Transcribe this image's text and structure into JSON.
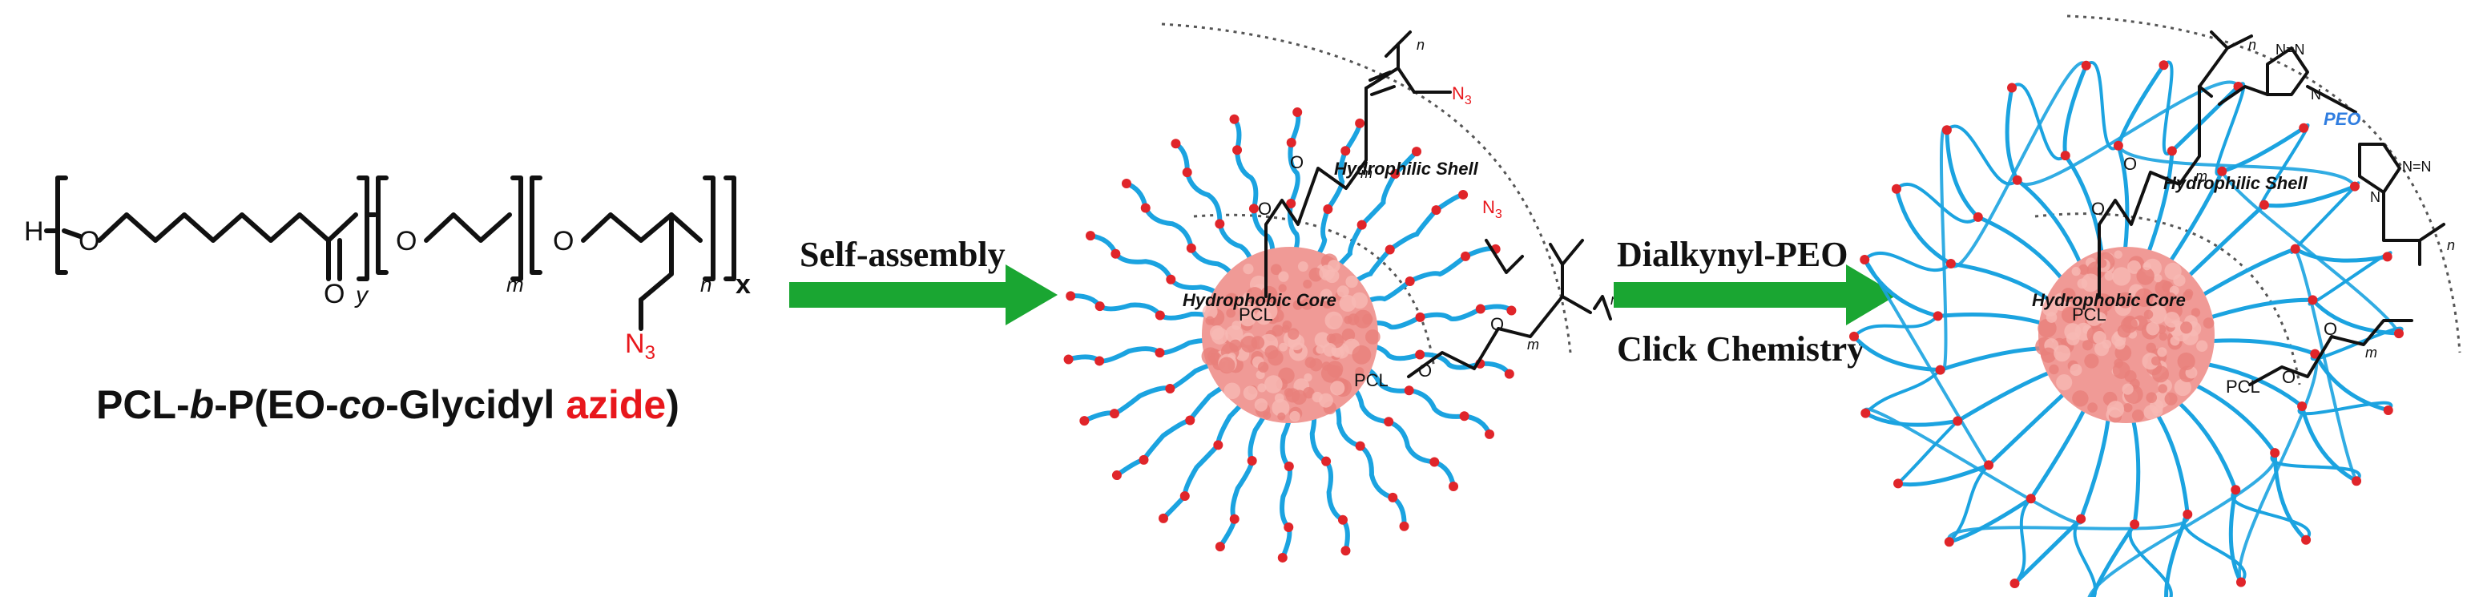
{
  "polymer": {
    "end_group": "H",
    "oxygen": "O",
    "carbonyl_oxygen": "O",
    "sub_y": "y",
    "sub_m": "m",
    "sub_n": "n",
    "sub_x": "x",
    "azide_group": "N",
    "azide_sub": "3",
    "caption_parts": [
      "PCL-",
      "b",
      "-P(EO-",
      "co",
      "-Glycidyl ",
      "azide",
      ")"
    ]
  },
  "steps": {
    "step1_label": "Self-assembly",
    "step2_label_1": "Dialkynyl-PEO",
    "step2_label_2": "Click Chemistry"
  },
  "micelle1": {
    "shell_label": "Hydrophilic Shell",
    "core_label": "Hydrophobic Core",
    "pcl_label_a": "PCL",
    "pcl_label_b": "PCL",
    "azide_group": "N",
    "azide_sub": "3",
    "sub_n": "n",
    "sub_m": "m",
    "oxygen": "O"
  },
  "micelle2": {
    "shell_label": "Hydrophilic Shell",
    "core_label": "Hydrophobic Core",
    "pcl_label_a": "PCL",
    "pcl_label_b": "PCL",
    "peo_label": "PEO",
    "triazole_n": "N",
    "triazole_n_eq": "N=N",
    "sub_n": "n",
    "sub_m": "m",
    "oxygen": "O"
  },
  "colors": {
    "arrow": "#1aa632",
    "chain": "#1ba3e0",
    "dot": "#e0252a",
    "core": "#f09a96",
    "azide": "#e8171c",
    "peo": "#2f7de0",
    "ink": "#111111"
  }
}
